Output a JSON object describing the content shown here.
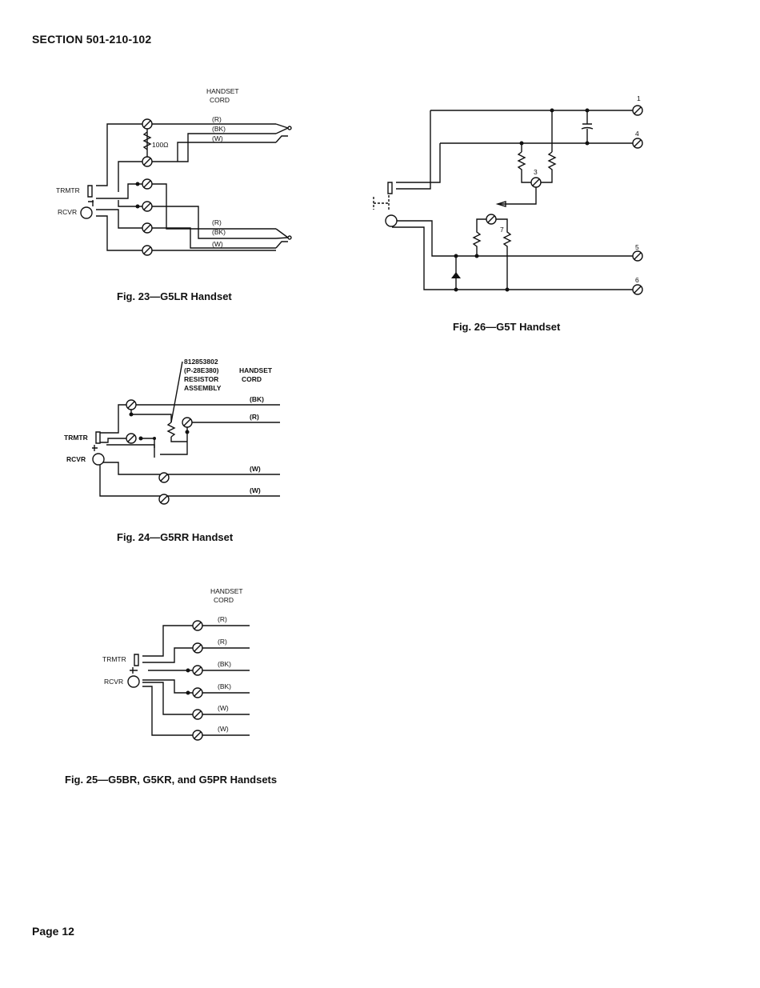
{
  "header": {
    "section": "SECTION 501-210-102"
  },
  "footer": {
    "page": "Page 12"
  },
  "fig23": {
    "caption": "Fig. 23—G5LR Handset",
    "cord_line1": "HANDSET",
    "cord_line2": "CORD",
    "r1": "(R)",
    "bk1": "(BK)",
    "w1": "(W)",
    "r2": "(R)",
    "bk2": "(BK)",
    "w2": "(W)",
    "resistor": "100Ω",
    "trmtr": "TRMTR",
    "rcvr": "RCVR"
  },
  "fig24": {
    "caption": "Fig. 24—G5RR Handset",
    "part1": "812853802",
    "part2": "(P-28E380)",
    "part3": "RESISTOR",
    "part4": "ASSEMBLY",
    "cord_line1": "HANDSET",
    "cord_line2": "CORD",
    "bk": "(BK)",
    "r": "(R)",
    "w1": "(W)",
    "w2": "(W)",
    "trmtr": "TRMTR",
    "rcvr": "RCVR"
  },
  "fig25": {
    "caption": "Fig. 25—G5BR, G5KR, and G5PR Handsets",
    "cord_line1": "HANDSET",
    "cord_line2": "CORD",
    "r1": "(R)",
    "r2": "(R)",
    "bk1": "(BK)",
    "bk2": "(BK)",
    "w1": "(W)",
    "w2": "(W)",
    "trmtr": "TRMTR",
    "rcvr": "RCVR"
  },
  "fig26": {
    "caption": "Fig. 26—G5T Handset",
    "t1": "1",
    "t4": "4",
    "t3": "3",
    "t7": "7",
    "t5": "5",
    "t6": "6"
  }
}
